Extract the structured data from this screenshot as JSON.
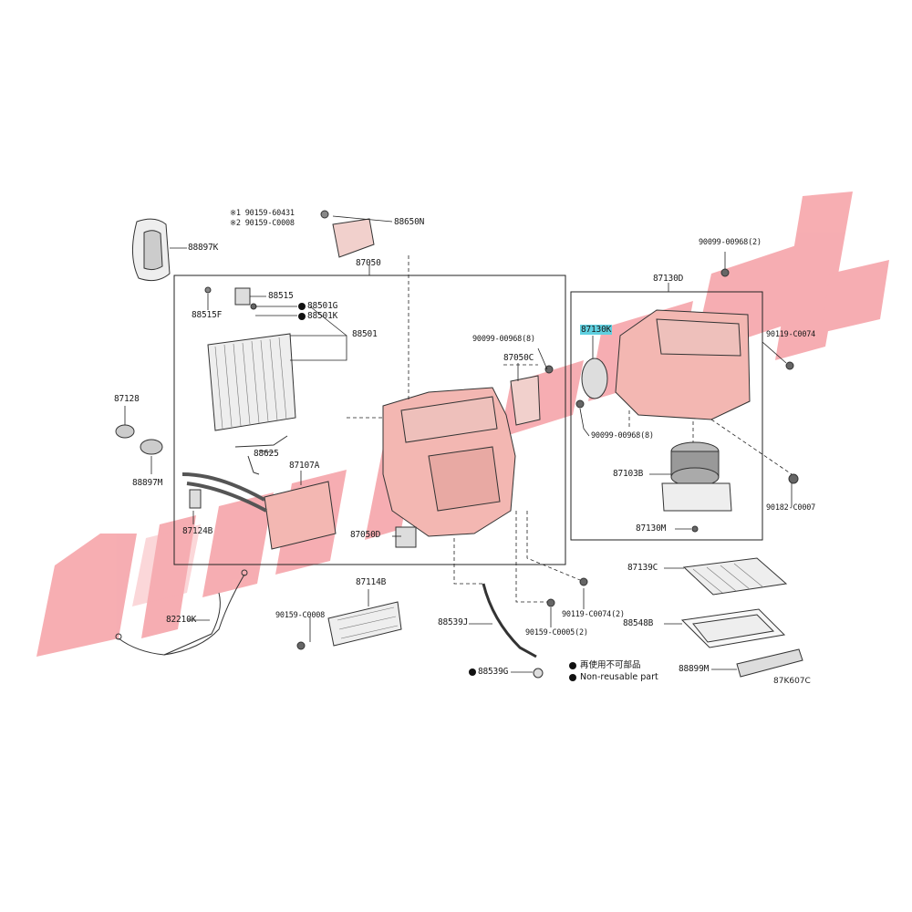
{
  "colors": {
    "watermark": "#f6a5aa",
    "line": "#222222",
    "part_fill": "#f3b7b2",
    "highlight": "#5fd0e0"
  },
  "watermark_text": "UNIONE",
  "labels": {
    "p88897K": "88897K",
    "p190159_60431": "※1 90159-60431",
    "p290159_C0008": "※2 90159-C0008",
    "p88650N": "88650N",
    "p87050": "87050",
    "p88515": "88515",
    "p88515F": "88515F",
    "p88501G": "88501G",
    "p88501K": "88501K",
    "p88501": "88501",
    "p90099_00968_8a": "90099-00968(8)",
    "p87050C": "87050C",
    "p87128": "87128",
    "p88625": "88625",
    "p88897M": "88897M",
    "p87107A": "87107A",
    "p87124B": "87124B",
    "p87050D": "87050D",
    "p90099_00968_2": "90099-00968(2)",
    "p87130D": "87130D",
    "p87130K": "87130K",
    "p90119_C0074": "90119-C0074",
    "p90099_00968_8b": "90099-00968(8)",
    "p87103B": "87103B",
    "p90182_C0007": "90182-C0007",
    "p87130M": "87130M",
    "p87139C": "87139C",
    "p87114B": "87114B",
    "p90159_C0008": "90159-C0008",
    "p88539J": "88539J",
    "p90119_C0074_2": "90119-C0074(2)",
    "p90159_C0005_2": "90159-C0005(2)",
    "p88548B": "88548B",
    "p82210K": "82210K",
    "p88539G": "88539G",
    "p88899M": "88899M"
  },
  "legend": {
    "jp": "再使用不可部品",
    "en": "Non-reusable part"
  },
  "figure_code": "87K607C"
}
